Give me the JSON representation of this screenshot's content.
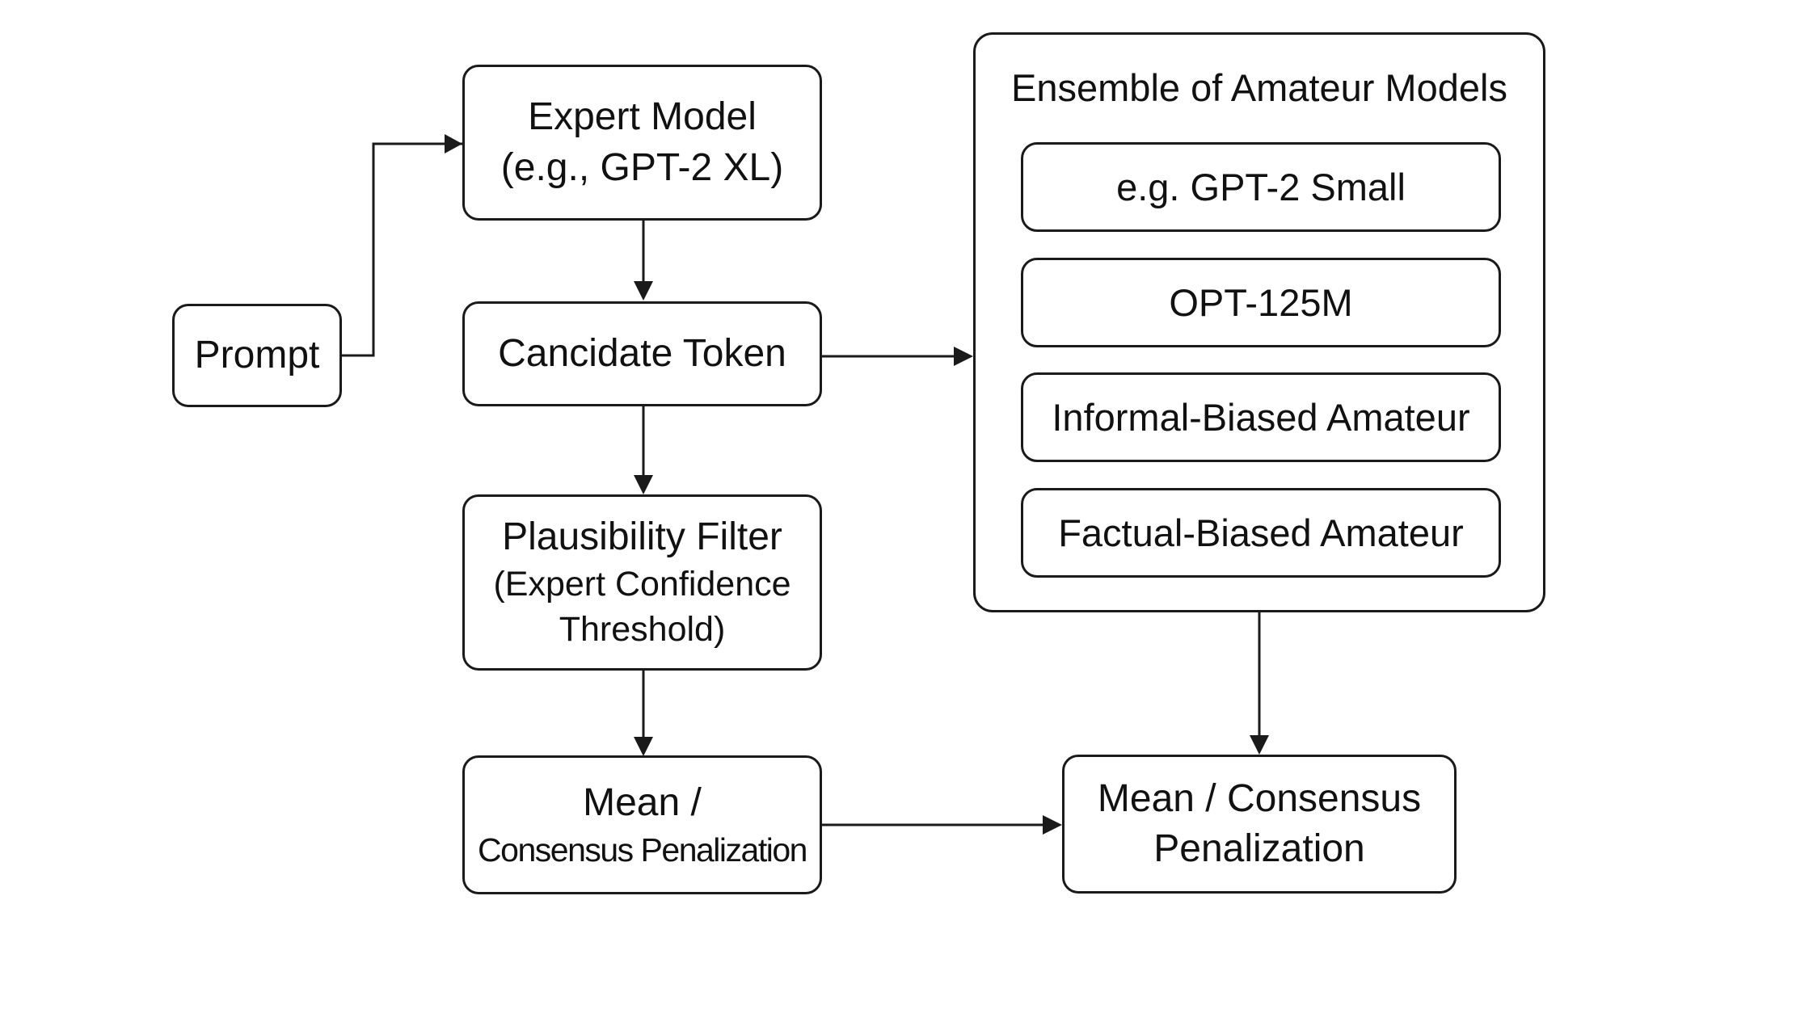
{
  "nodes": {
    "prompt": {
      "label": "Prompt"
    },
    "expert": {
      "line1": "Expert Model",
      "line2": "(e.g., GPT-2 XL)"
    },
    "candidate": {
      "label": "Cancidate Token"
    },
    "plausibility": {
      "line1": "Plausibility Filter",
      "line2": "(Expert Confidence",
      "line3": "Threshold)"
    },
    "mean_left": {
      "line1": "Mean /",
      "line2": "Consensus Penalization"
    },
    "mean_right": {
      "line1": "Mean / Consensus",
      "line2": "Penalization"
    }
  },
  "ensemble": {
    "title": "Ensemble of Amateur Models",
    "members": [
      "e.g. GPT-2 Small",
      "OPT-125M",
      "Informal-Biased Amateur",
      "Factual-Biased Amateur"
    ]
  },
  "edges": [
    {
      "from": "prompt",
      "to": "expert"
    },
    {
      "from": "expert",
      "to": "candidate"
    },
    {
      "from": "candidate",
      "to": "ensemble"
    },
    {
      "from": "candidate",
      "to": "plausibility"
    },
    {
      "from": "plausibility",
      "to": "mean_left"
    },
    {
      "from": "ensemble",
      "to": "mean_right"
    },
    {
      "from": "mean_left",
      "to": "mean_right"
    }
  ],
  "colors": {
    "stroke": "#1a1a1a",
    "fill": "#ffffff",
    "text": "#111111"
  }
}
